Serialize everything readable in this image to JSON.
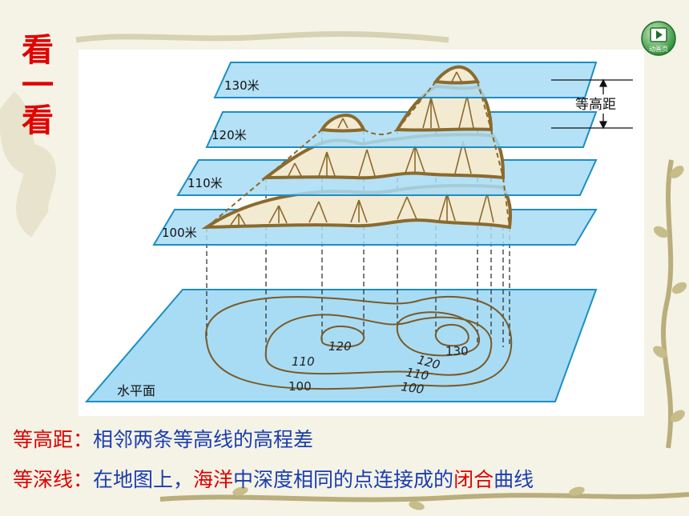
{
  "side_title": [
    "看",
    "一",
    "看"
  ],
  "animation_button": {
    "label": "动画页"
  },
  "diagram": {
    "plane_labels": [
      "130米",
      "120米",
      "110米",
      "100米"
    ],
    "interval_label": "等高距",
    "base_label": "水平面",
    "contour_labels": [
      "120",
      "130",
      "110",
      "120",
      "100",
      "110",
      "100"
    ]
  },
  "notes": {
    "line1": {
      "term": "等高距：",
      "definition": "相邻两条等高线的高程差"
    },
    "line2": {
      "term": "等深线：",
      "part1": "在地图上，",
      "part2": "海洋",
      "part3": "中深度相同的点连接成的",
      "part4": "闭合",
      "part5": "曲线"
    }
  },
  "colors": {
    "title_red": "#e00000",
    "text_blue": "#1a3db0",
    "plane_fill": "#a8dcf4",
    "plane_edge": "#1c8ec8",
    "terrain_brown": "#8b6a2c"
  }
}
